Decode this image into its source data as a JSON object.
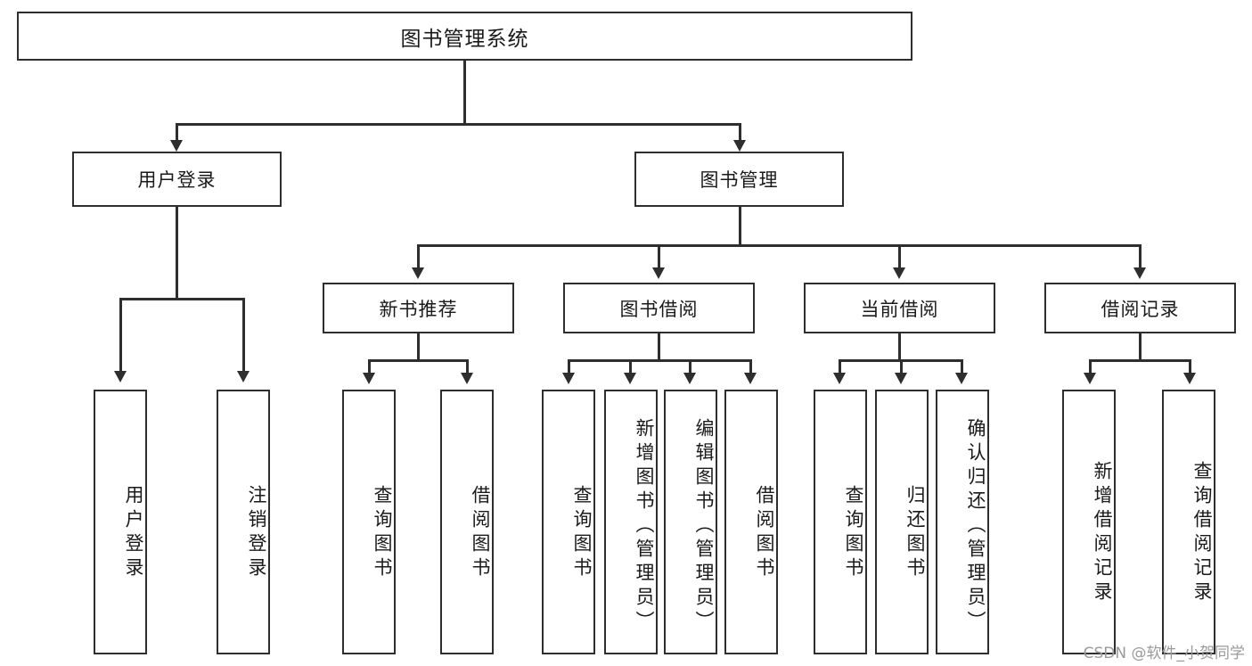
{
  "diagram": {
    "type": "tree-hierarchy",
    "root": {
      "label": "图书管理系统"
    },
    "level2": [
      {
        "label": "用户登录"
      },
      {
        "label": "图书管理"
      }
    ],
    "level3": [
      {
        "label": "新书推荐"
      },
      {
        "label": "图书借阅"
      },
      {
        "label": "当前借阅"
      },
      {
        "label": "借阅记录"
      }
    ],
    "leaves": {
      "user_login": [
        {
          "label": "用户登录"
        },
        {
          "label": "注销登录"
        }
      ],
      "new_book_recommend": [
        {
          "label": "查询图书"
        },
        {
          "label": "借阅图书"
        }
      ],
      "book_borrow": [
        {
          "label": "查询图书"
        },
        {
          "label": "新增图书（管理员）"
        },
        {
          "label": "编辑图书（管理员）"
        },
        {
          "label": "借阅图书"
        }
      ],
      "current_borrow": [
        {
          "label": "查询图书"
        },
        {
          "label": "归还图书"
        },
        {
          "label": "确认归还（管理员）"
        }
      ],
      "borrow_record": [
        {
          "label": "新增借阅记录"
        },
        {
          "label": "查询借阅记录"
        }
      ]
    }
  },
  "watermark": {
    "text": "CSDN @软件_小贺同学"
  },
  "colors": {
    "stroke": "#2e2e2e",
    "background": "#ffffff",
    "text": "#1a1a1a",
    "watermark": "#9a9a9a"
  }
}
